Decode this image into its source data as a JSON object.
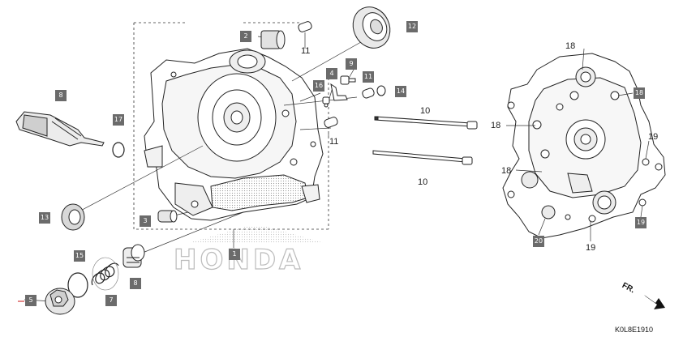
{
  "callouts": {
    "c1": "1",
    "c2": "2",
    "c3": "3",
    "c4": "4",
    "c5": "5",
    "c7": "7",
    "c8a": "8",
    "c8b": "8",
    "c9": "9",
    "c11": "11",
    "c12": "12",
    "c13": "13",
    "c14": "14",
    "c15": "15",
    "c16": "16",
    "c17": "17",
    "c18": "18",
    "c19": "19",
    "c20": "20"
  },
  "labels": {
    "l11a": "11",
    "l11b": "11",
    "l10a": "10",
    "l10b": "10",
    "l18a": "18",
    "l18b": "18",
    "l18c": "18",
    "l19a": "19",
    "l19b": "19"
  },
  "direction_label": "FR.",
  "diagram_code": "K0L8E1910",
  "watermark_text": "HONDA",
  "colors": {
    "callout_bg": "#6b6b6b",
    "line": "#222222",
    "accent": "#d23b3b"
  }
}
